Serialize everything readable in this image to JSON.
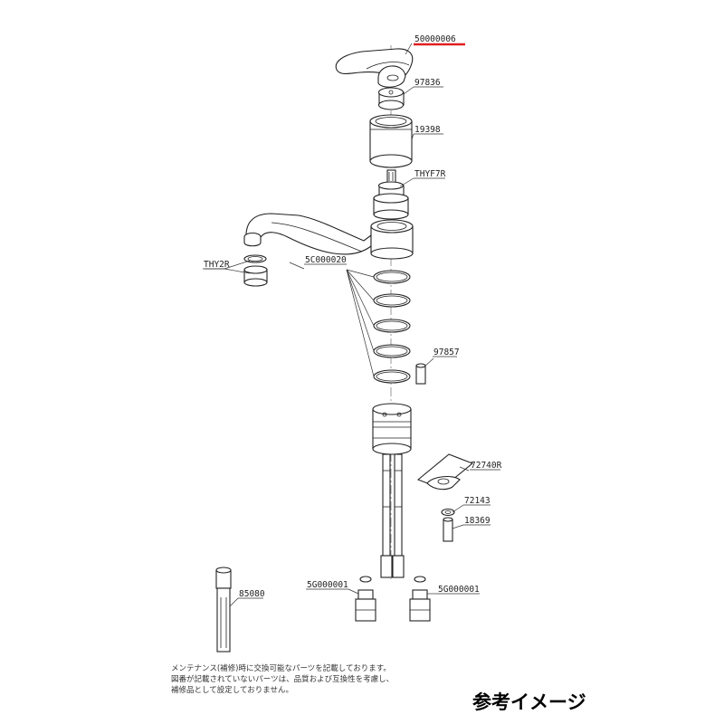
{
  "highlight_color": "#e02020",
  "parts": {
    "handle": "50000006",
    "cap": "97836",
    "body_cover": "19398",
    "cartridge": "THYF7R",
    "aerator": "THY2R",
    "o_rings": "5C000020",
    "pin": "97857",
    "plate": "72740R",
    "washer": "72143",
    "stud": "18369",
    "wrench": "85080",
    "connector_left": "5G000001",
    "connector_right": "5G000001"
  },
  "notes": [
    "メンテナンス(補修)時に交換可能なパーツを記載しております。",
    "図番が記載されていないパーツは、品質および互換性を考慮し、",
    "補修品として設定しておりません。"
  ],
  "caption": "参考イメージ"
}
